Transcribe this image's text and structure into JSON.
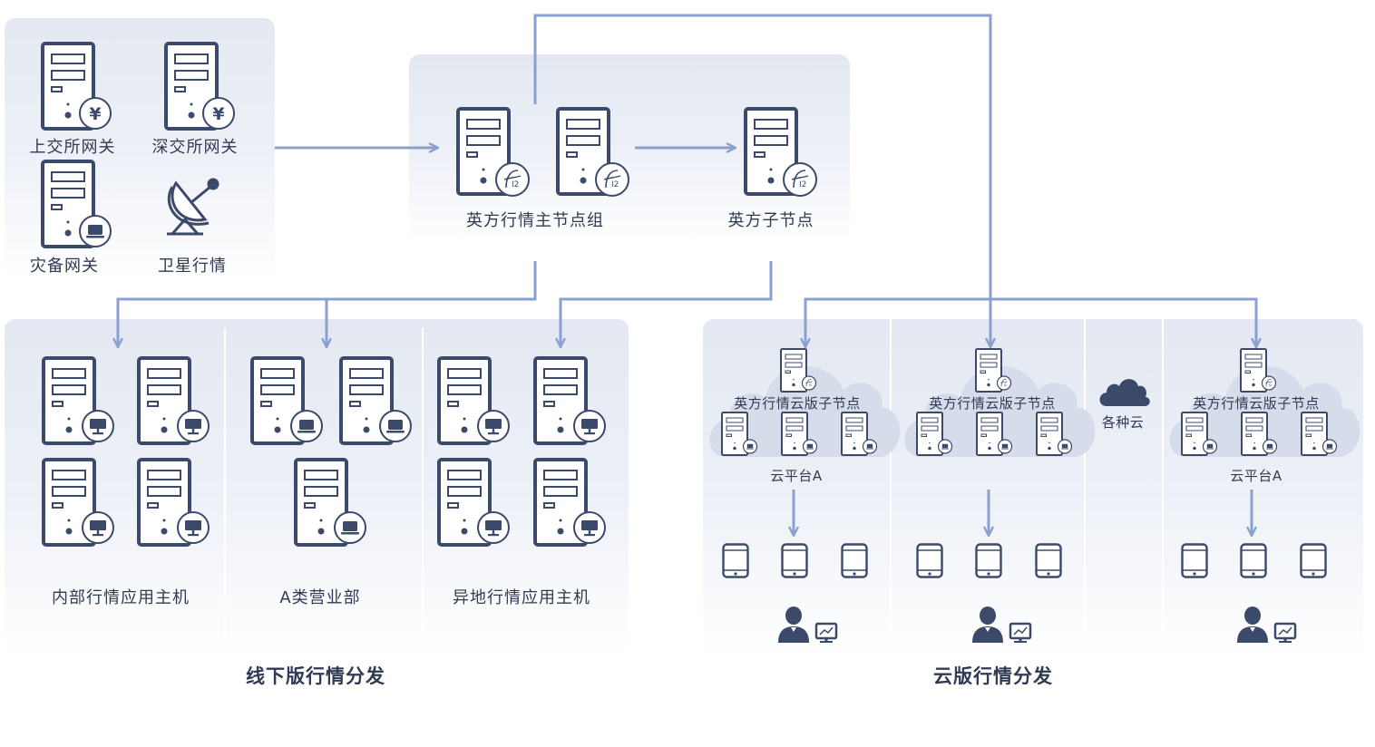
{
  "sources": {
    "sse_gateway": "上交所网关",
    "szse_gateway": "深交所网关",
    "dr_gateway": "灾备网关",
    "satellite_feed": "卫星行情"
  },
  "core": {
    "master_group": "英方行情主节点组",
    "child_node": "英方子节点"
  },
  "offline": {
    "internal_hosts": "内部行情应用主机",
    "class_a_branches": "A类营业部",
    "remote_hosts": "异地行情应用主机",
    "section_title": "线下版行情分发"
  },
  "cloud": {
    "node_label_1": "英方行情云版子节点",
    "node_label_2": "英方行情云版子节点",
    "node_label_3": "英方行情云版子节点",
    "platform_1": "云平台A",
    "platform_3": "云平台A",
    "various_clouds": "各种云",
    "section_title": "云版行情分发"
  },
  "colors": {
    "server_stroke": "#3b4a6b",
    "arrow": "#8aa0cf",
    "panel_top": "#e3e8f2",
    "cloud_fill": "#d6dcea"
  },
  "icons": {
    "server": "server-tower-icon",
    "yuan_badge": "yuan-badge-icon",
    "i2_badge": "i2-logo-badge-icon",
    "laptop_badge": "laptop-badge-icon",
    "desktop_badge": "desktop-badge-icon",
    "satellite": "satellite-dish-icon",
    "cloud": "cloud-icon",
    "tablet": "tablet-icon",
    "user": "user-at-monitor-icon"
  }
}
